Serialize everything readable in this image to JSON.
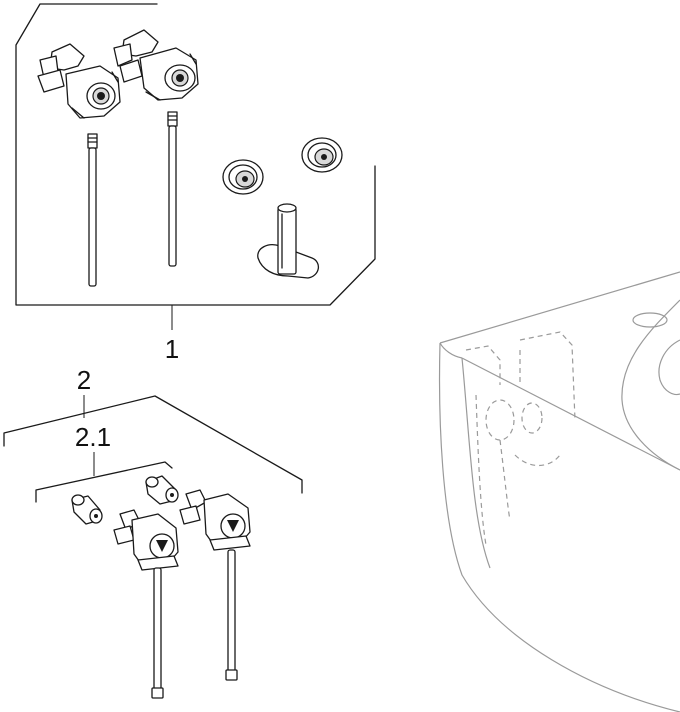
{
  "callouts": {
    "set_1": "1",
    "set_2": "2",
    "set_2_1": "2.1"
  },
  "colors": {
    "line": "#1a1a1a",
    "ghost_fixture": "#9a9a9a",
    "background": "#ffffff"
  }
}
